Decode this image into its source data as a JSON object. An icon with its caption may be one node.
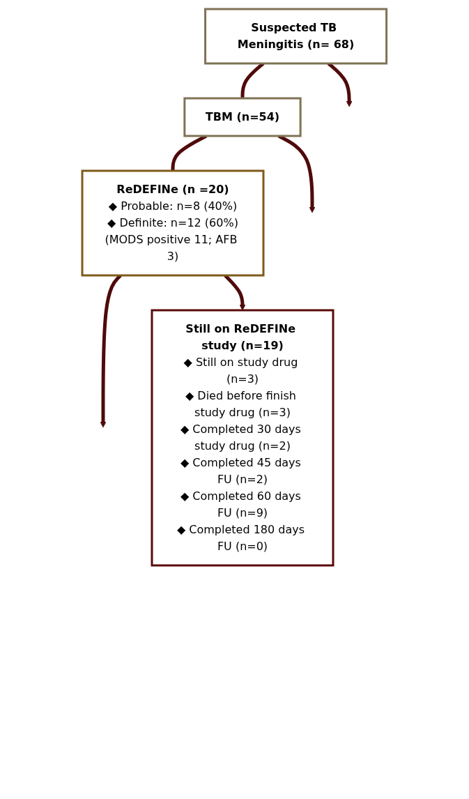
{
  "diagram": {
    "nodes": [
      {
        "text": [
          "Suspected TB Meningitis (n= 68)"
        ]
      },
      {
        "text": [
          "TBM (n=54)"
        ]
      },
      {
        "text": [
          "ReDEFINe (n =20)",
          "◆ Probable: n=8 (40%)",
          "◆ Definite: n=12 (60%)",
          "(MODS positive 11; AFB 3)"
        ]
      },
      {
        "text": [
          "Still on ReDEFINe study (n=19)",
          "◆ Still on study drug (n=3)",
          "◆ Died before finish study drug (n=3)",
          "◆ Completed 30 days study drug (n=2)",
          "◆ Completed 45 days FU (n=2)",
          "◆ Completed 60 days FU (n=9)",
          "◆ Completed 180 days FU (n=0)"
        ]
      }
    ],
    "edges": [
      {
        "from": 0,
        "to": null,
        "arrow": "to"
      },
      {
        "from": 0,
        "to": 1,
        "arrow": "none"
      },
      {
        "from": 1,
        "to": null,
        "arrow": "to"
      },
      {
        "from": 1,
        "to": 2,
        "arrow": "none"
      },
      {
        "from": 2,
        "to": null,
        "arrow": "to"
      },
      {
        "from": 2,
        "to": 3,
        "arrow": "to"
      }
    ]
  }
}
